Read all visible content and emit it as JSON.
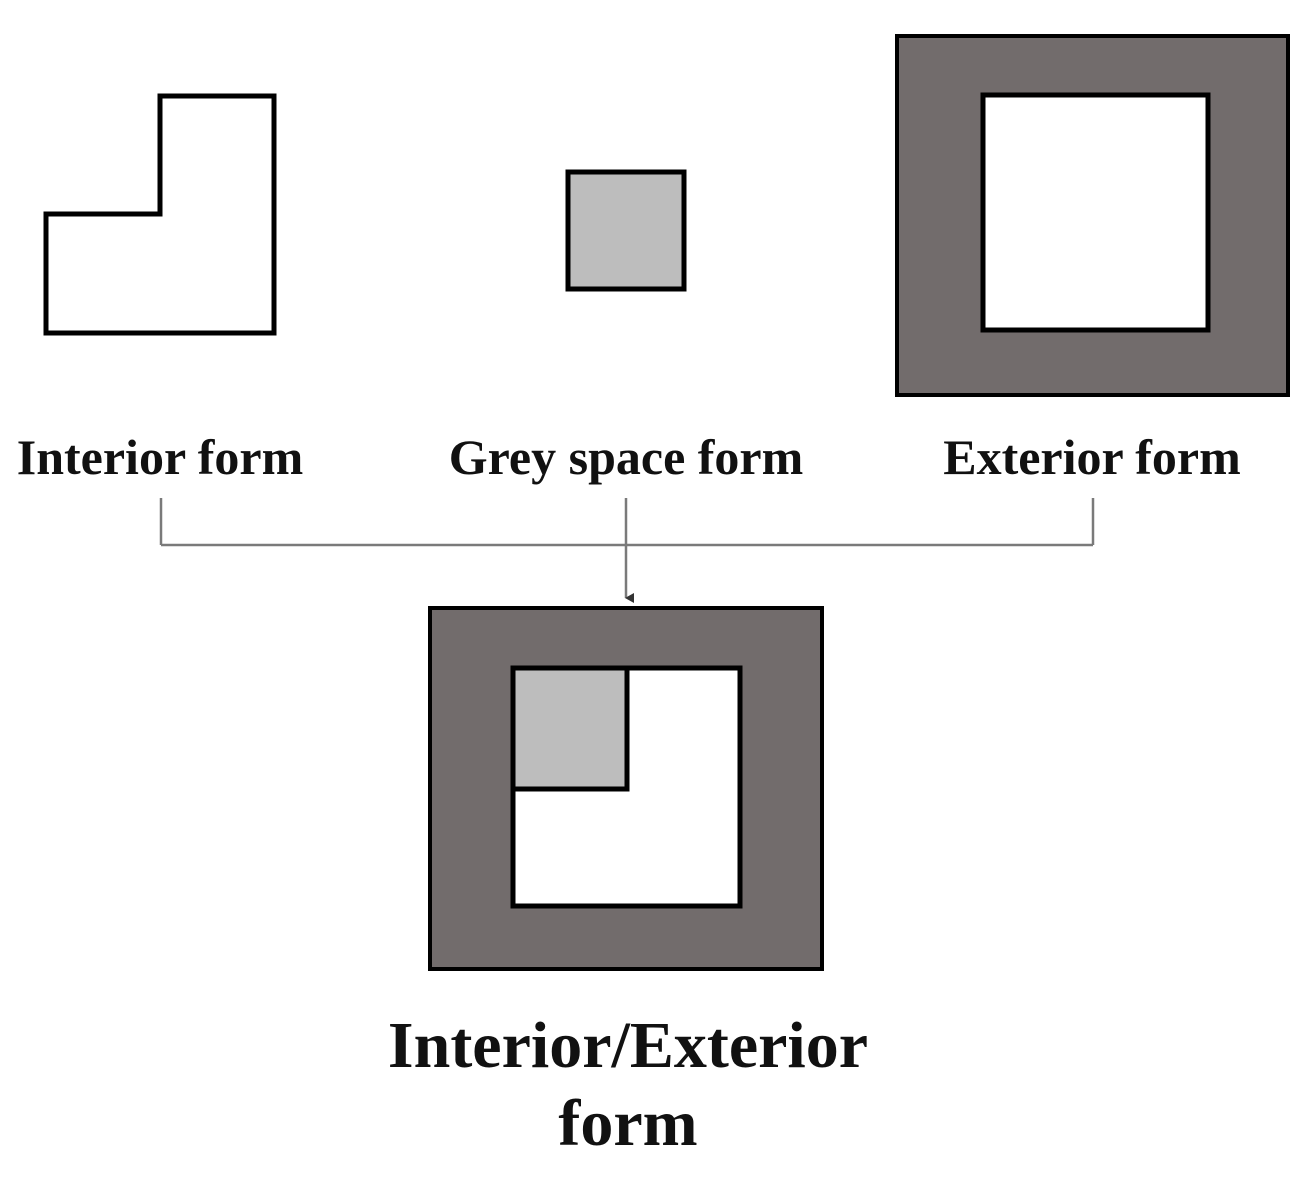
{
  "labels": {
    "interior": "Interior form",
    "grey_space": "Grey space form",
    "exterior": "Exterior form",
    "combined_line1": "Interior/Exterior",
    "combined_line2": "form"
  },
  "colors": {
    "background": "#ffffff",
    "outline": "#000000",
    "grey_space_fill": "#bdbdbd",
    "exterior_fill": "#726c6c",
    "connector": "#7a7a7a"
  }
}
